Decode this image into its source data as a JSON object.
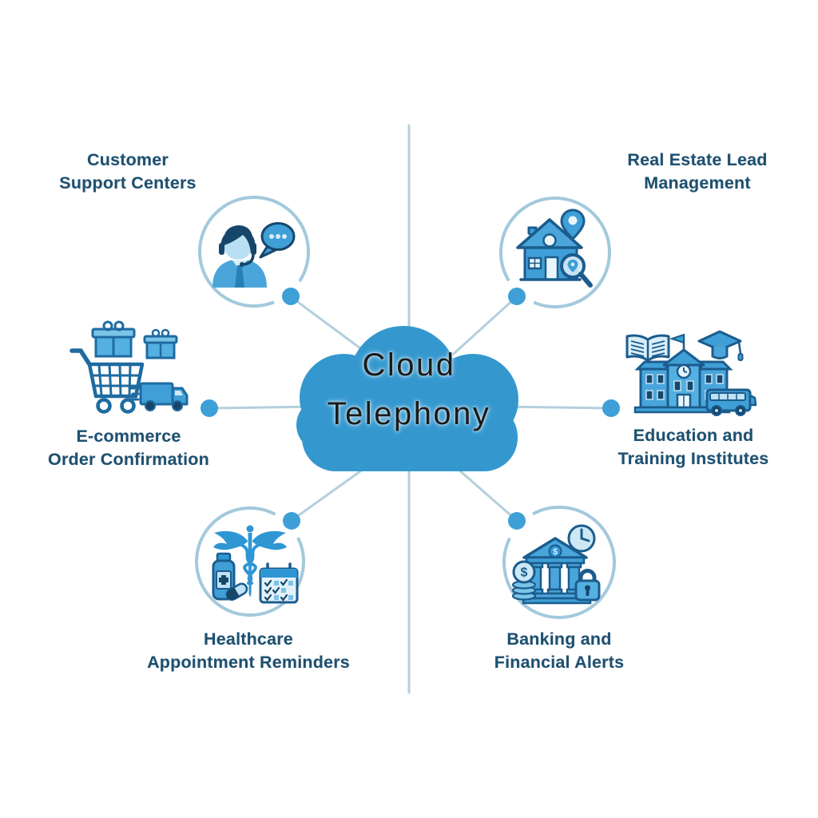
{
  "cloud": {
    "line1": "Cloud",
    "line2": "Telephony"
  },
  "nodes": {
    "customer_support": {
      "line1": "Customer",
      "line2": "Support Centers",
      "icon": "support-agent-chat"
    },
    "real_estate": {
      "line1": "Real Estate Lead",
      "line2": "Management",
      "icon": "house-location-search"
    },
    "ecommerce": {
      "line1": "E-commerce",
      "line2": "Order Confirmation",
      "icon": "cart-gifts-delivery-truck"
    },
    "education": {
      "line1": "Education and",
      "line2": "Training Institutes",
      "icon": "school-book-graduation-bus"
    },
    "healthcare": {
      "line1": "Healthcare",
      "line2": "Appointment Reminders",
      "icon": "caduceus-medicine-calendar"
    },
    "banking": {
      "line1": "Banking and",
      "line2": "Financial Alerts",
      "icon": "bank-coins-clock-lock"
    }
  },
  "glyphs": {
    "pediment_dollar": "$",
    "coin_dollar": "$"
  },
  "colors": {
    "background": "#ffffff",
    "cloud_fill": "#3498cf",
    "cloud_text": "#1a1a1a",
    "label_text": "#1e5070",
    "connector_line": "#b3cfdd",
    "junction_dot": "#3f9fd7",
    "icon_ring": "#a3c9dc",
    "icon_outline": "#1b5c8d",
    "icon_mid_blue": "#3f9fd6",
    "icon_light_blue": "#bfe2f4",
    "icon_dark_navy": "#17466b"
  }
}
